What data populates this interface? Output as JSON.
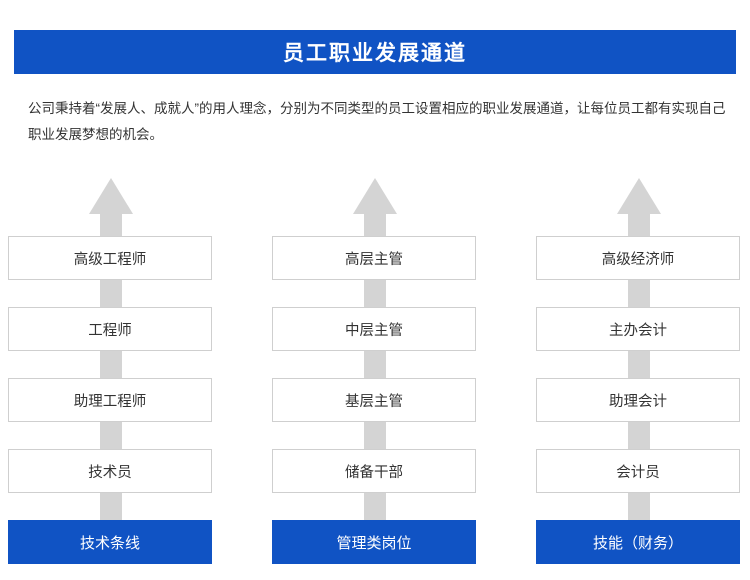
{
  "header": {
    "title": "员工职业发展通道",
    "bg_color": "#1053c4",
    "text_color": "#ffffff"
  },
  "intro": {
    "text": "公司秉持着“发展人、成就人”的用人理念，分别为不同类型的员工设置相应的职业发展通道，让每位员工都有实现自己职业发展梦想的机会。"
  },
  "columns": [
    {
      "name": "technical-track",
      "levels": [
        "高级工程师",
        "工程师",
        "助理工程师",
        "技术员"
      ],
      "footer": "技术条线",
      "arrow": "upward-arrow"
    },
    {
      "name": "management-track",
      "levels": [
        "高层主管",
        "中层主管",
        "基层主管",
        "储备干部"
      ],
      "footer": "管理类岗位",
      "arrow": "upward-arrow"
    },
    {
      "name": "finance-track",
      "levels": [
        "高级经济师",
        "主办会计",
        "助理会计",
        "会计员"
      ],
      "footer": "技能（财务）",
      "arrow": "upward-arrow"
    }
  ],
  "colors": {
    "accent": "#1053c4",
    "arrow": "#d4d4d4",
    "box_border": "#cfcfcf",
    "text": "#333333"
  }
}
